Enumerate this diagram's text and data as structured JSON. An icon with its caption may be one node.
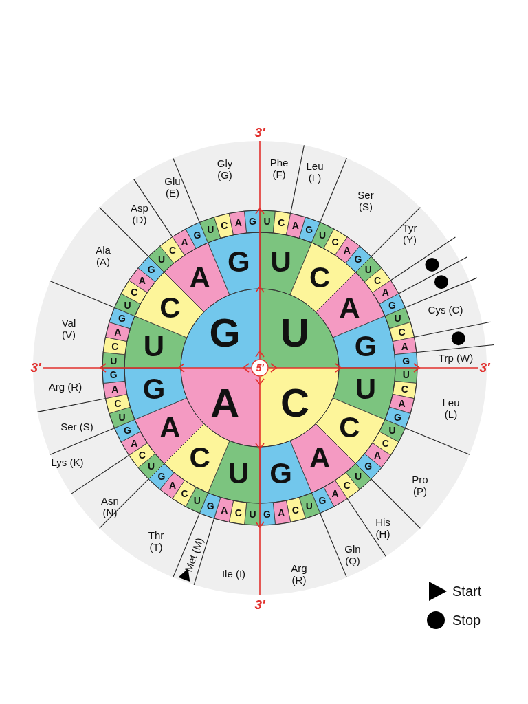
{
  "diagram": {
    "labels": [
      "U",
      "C",
      "A",
      "G",
      "U",
      "C",
      "A",
      "G",
      "U",
      "C",
      "A",
      "G",
      "U",
      "C",
      "A",
      "G",
      "U",
      "C",
      "A",
      "G",
      "U",
      "C",
      "A",
      "G",
      "U",
      "C",
      "A",
      "G",
      "U",
      "C",
      "A",
      "G",
      "U",
      "C",
      "A",
      "G",
      "U",
      "C",
      "A",
      "G",
      "U",
      "C",
      "A",
      "G",
      "U",
      "C",
      "A",
      "G",
      "U",
      "C",
      "A",
      "G",
      "U",
      "C",
      "A",
      "G",
      "U",
      "C",
      "A",
      "G",
      "U",
      "C",
      "A",
      "G",
      "U",
      "C",
      "A",
      "G",
      "U",
      "C",
      "A",
      "G",
      "U",
      "C",
      "A",
      "G",
      "U",
      "C",
      "A",
      "G",
      "U",
      "C",
      "A",
      "G",
      "Phe (F)",
      "Leu (L)",
      "Ser (S)",
      "Tyr (Y)",
      "Cys (C)",
      "Trp (W)",
      "Leu (L)",
      "Pro (P)",
      "His (H)",
      "Gln (Q)",
      "Arg (R)",
      "Ile (I)",
      "Met (M)",
      "Thr (T)",
      "Asn (N)",
      "Lys (K)",
      "Ser (S)",
      "Arg (R)",
      "Val (V)",
      "Ala (A)",
      "Asp (D)",
      "Glu (E)",
      "Gly (G)",
      "3′",
      "3′",
      "5′",
      "3′",
      "3′"
    ],
    "legend": [
      {
        "text": "Start"
      },
      {
        "text": "Stop"
      }
    ]
  }
}
